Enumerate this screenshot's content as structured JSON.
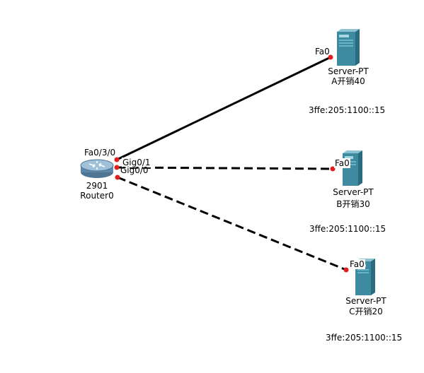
{
  "router": {
    "model": "2901",
    "name": "Router0",
    "ports": {
      "fa030": "Fa0/3/0",
      "gig01": "Gig0/1",
      "gig00": "Gig0/0"
    }
  },
  "servers": [
    {
      "port": "Fa0",
      "type": "Server-PT",
      "name": "A开销40",
      "address": "3ffe:205:1100::15"
    },
    {
      "port": "Fa0",
      "type": "Server-PT",
      "name": "B开销30",
      "address": "3ffe:205:1100::15"
    },
    {
      "port": "Fa0",
      "type": "Server-PT",
      "name": "C开销20",
      "address": "3ffe:205:1100::15"
    }
  ],
  "colors": {
    "link": "#000000",
    "port_dot": "#e02020",
    "server_body": "#3d8aa1",
    "server_light": "#6ab4c8",
    "router_body": "#7ea6c4"
  },
  "icons": {
    "router": "router-icon",
    "server": "server-tower-icon"
  }
}
